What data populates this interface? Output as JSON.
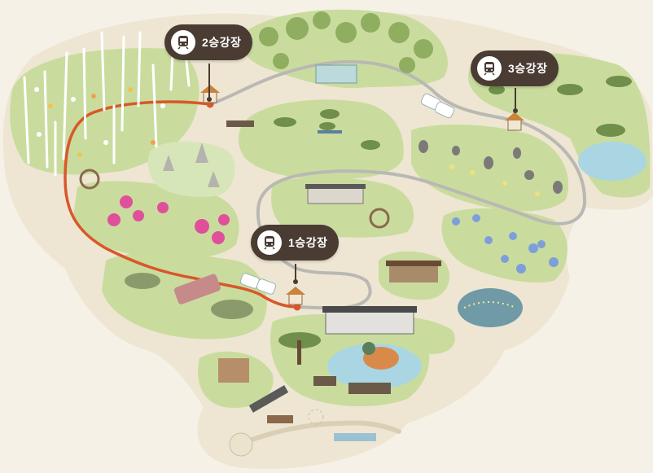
{
  "map": {
    "colors": {
      "background": "#f6f1e6",
      "land": "#eee6d3",
      "grass": "#c9dc9e",
      "grass_dark": "#a9c77a",
      "path": "#b9b8b3",
      "route": "#d9572a",
      "pin": "#4a3b33",
      "water": "#a9d6e2"
    },
    "stations": [
      {
        "id": "station-1",
        "label": "1승강장",
        "number": "1",
        "icon": "tram-icon"
      },
      {
        "id": "station-2",
        "label": "2승강장",
        "number": "2",
        "icon": "tram-icon"
      },
      {
        "id": "station-3",
        "label": "3승강장",
        "number": "3",
        "icon": "tram-icon"
      }
    ]
  }
}
